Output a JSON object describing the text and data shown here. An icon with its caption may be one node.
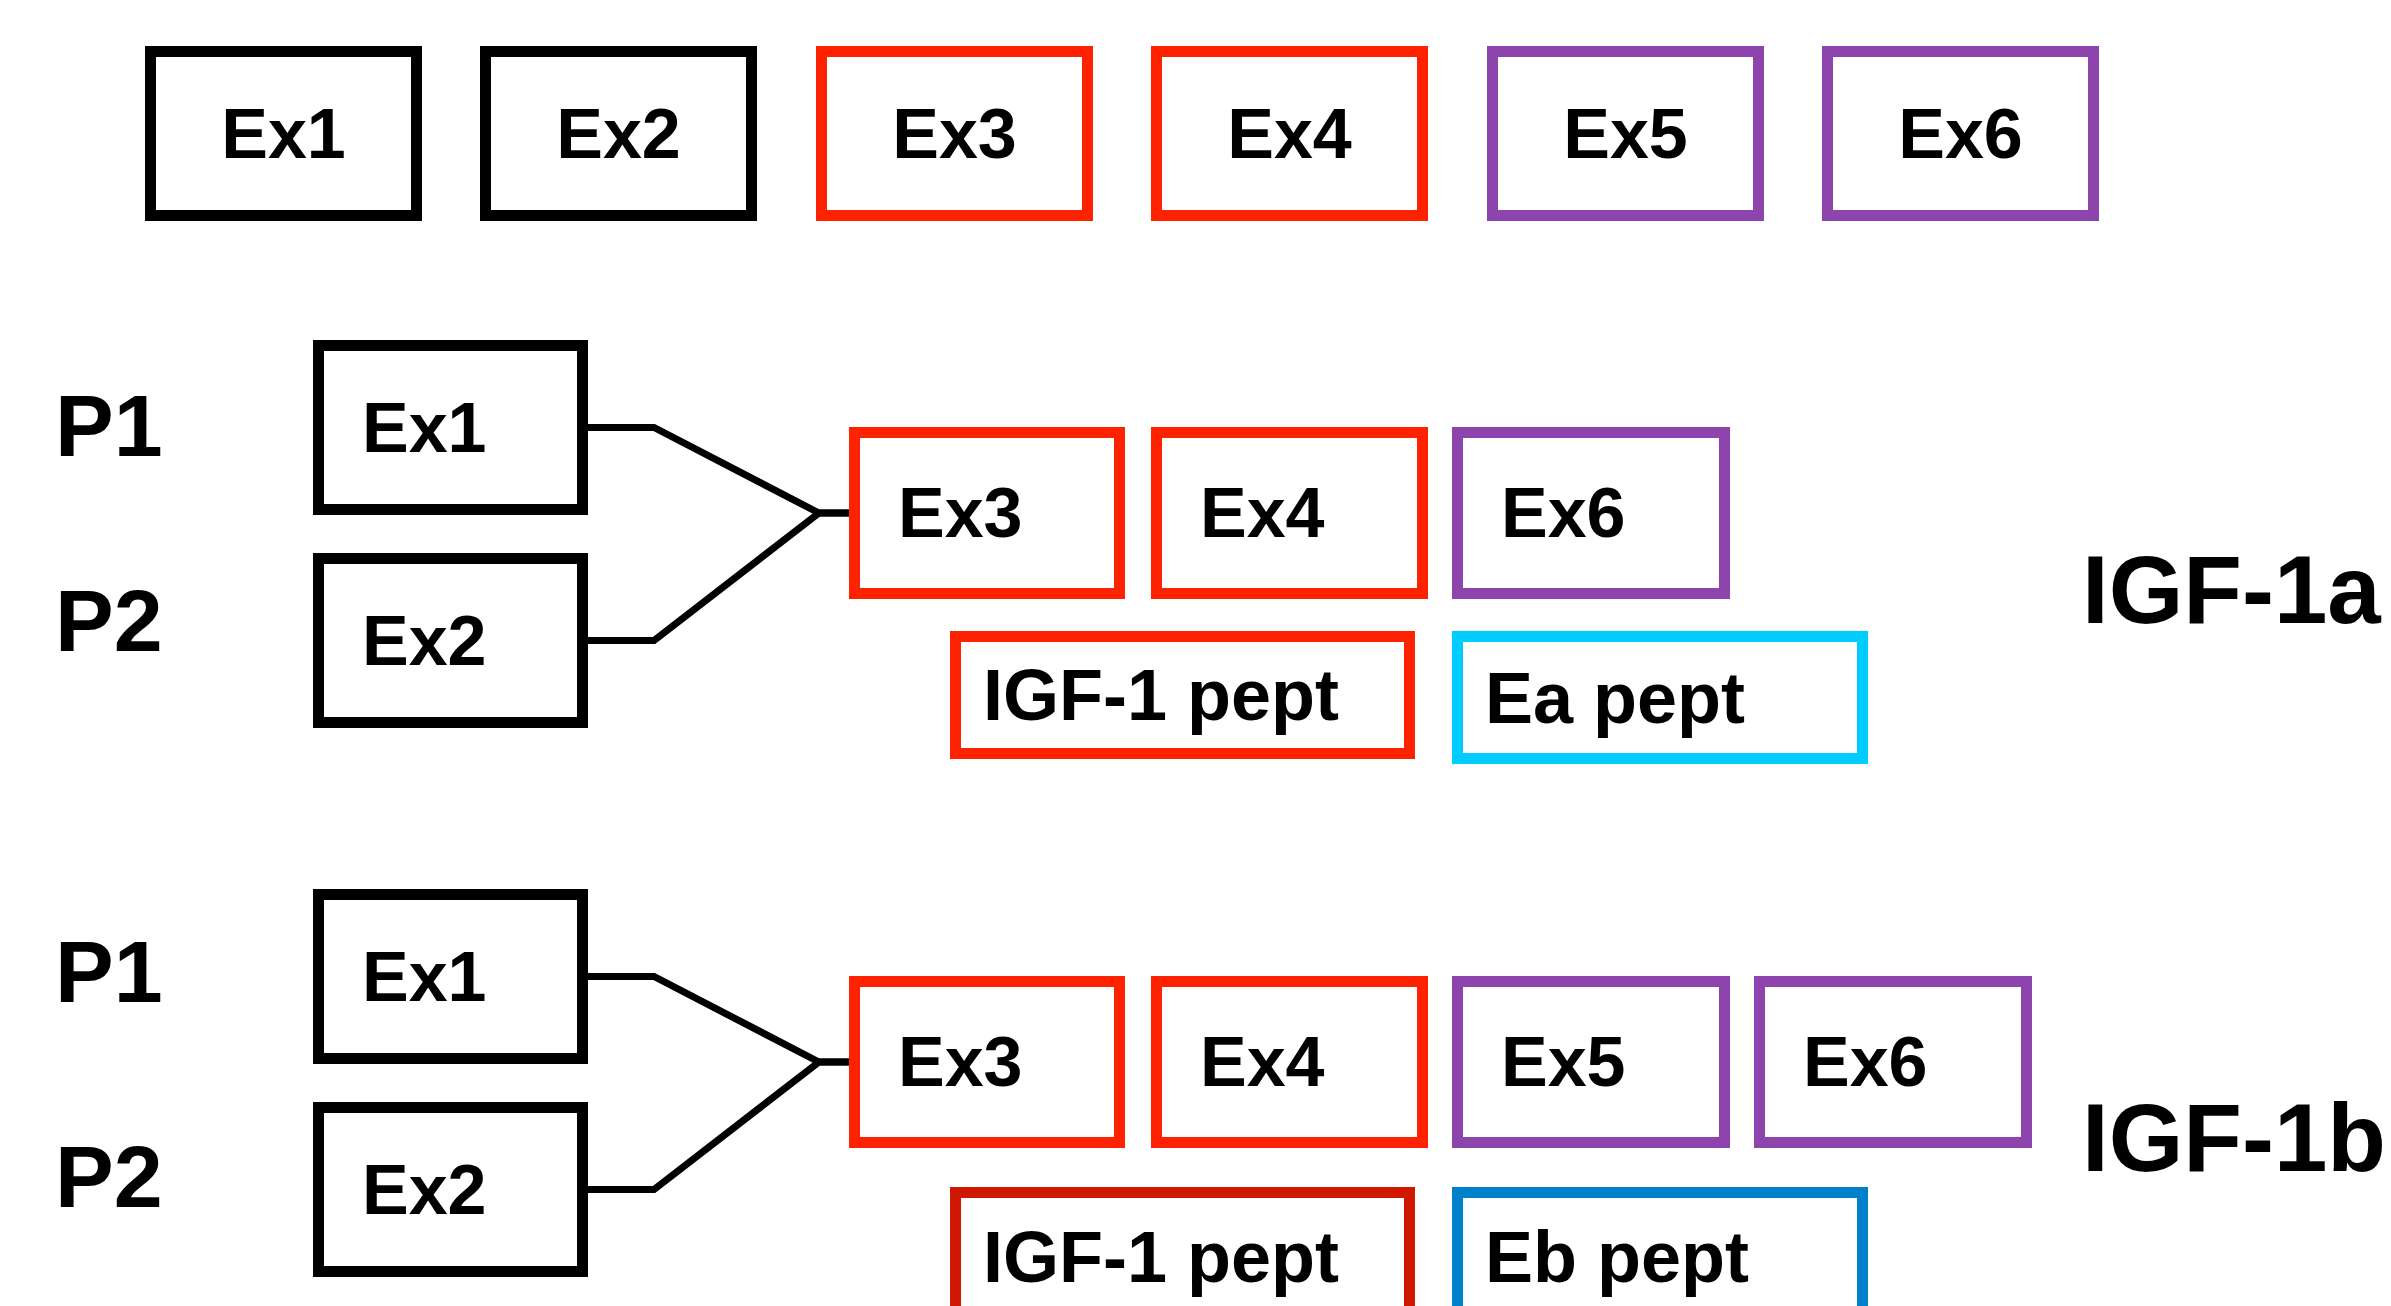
{
  "diagram": {
    "nodes": [
      {
        "text": [
          "Ex1"
        ]
      },
      {
        "text": [
          "Ex2"
        ]
      },
      {
        "text": [
          "Ex3"
        ]
      },
      {
        "text": [
          "Ex4"
        ]
      },
      {
        "text": [
          "Ex5"
        ]
      },
      {
        "text": [
          "Ex6"
        ]
      },
      {
        "text": [
          "Ex1"
        ]
      },
      {
        "text": [
          "Ex2"
        ]
      },
      {
        "text": [
          "Ex3"
        ]
      },
      {
        "text": [
          "Ex4"
        ]
      },
      {
        "text": [
          "Ex6"
        ]
      },
      {
        "text": [
          "IGF-1 pept"
        ]
      },
      {
        "text": [
          "Ea pept"
        ]
      },
      {
        "text": [
          "Ex1"
        ]
      },
      {
        "text": [
          "Ex2"
        ]
      },
      {
        "text": [
          "Ex3"
        ]
      },
      {
        "text": [
          "Ex4"
        ]
      },
      {
        "text": [
          "Ex5"
        ]
      },
      {
        "text": [
          "Ex6"
        ]
      },
      {
        "text": [
          "IGF-1 pept"
        ]
      },
      {
        "text": [
          "Eb pept"
        ]
      }
    ],
    "edges": [
      {
        "from": 6,
        "to": 8,
        "arrow": "none"
      },
      {
        "from": 7,
        "to": 8,
        "arrow": "none"
      },
      {
        "from": 13,
        "to": 15,
        "arrow": "none"
      },
      {
        "from": 14,
        "to": 15,
        "arrow": "none"
      }
    ],
    "labels": [
      "P1",
      "P2",
      "IGF-1a",
      "P1",
      "P2",
      "IGF-1b"
    ]
  }
}
